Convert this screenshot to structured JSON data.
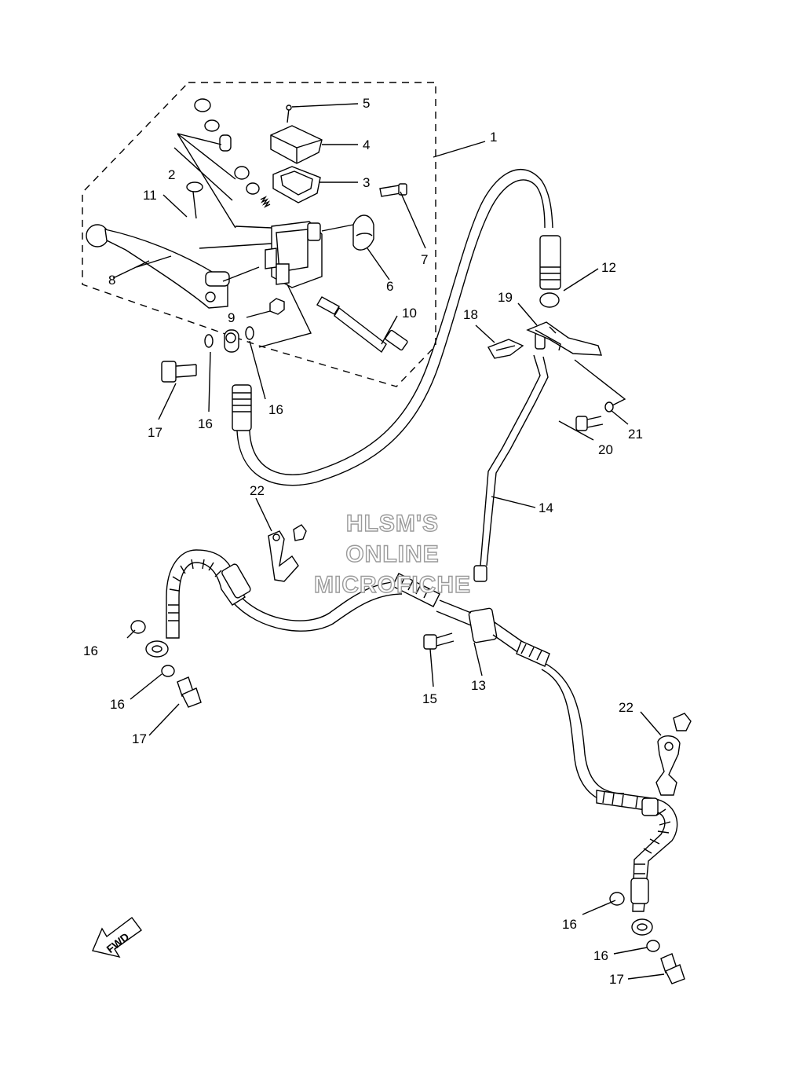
{
  "watermark": [
    "HLSM'S",
    "ONLINE",
    "MICROFICHE"
  ],
  "direction_arrow": "FWD",
  "callouts": {
    "c1": "1",
    "c2": "2",
    "c3": "3",
    "c4": "4",
    "c5": "5",
    "c6": "6",
    "c7": "7",
    "c8": "8",
    "c9": "9",
    "c10": "10",
    "c11": "11",
    "c12": "12",
    "c13": "13",
    "c14": "14",
    "c15": "15",
    "c16a": "16",
    "c16b": "16",
    "c16c": "16",
    "c16d": "16",
    "c16e": "16",
    "c16f": "16",
    "c17a": "17",
    "c17b": "17",
    "c17c": "17",
    "c18": "18",
    "c19": "19",
    "c20": "20",
    "c21": "21",
    "c22a": "22",
    "c22b": "22"
  }
}
